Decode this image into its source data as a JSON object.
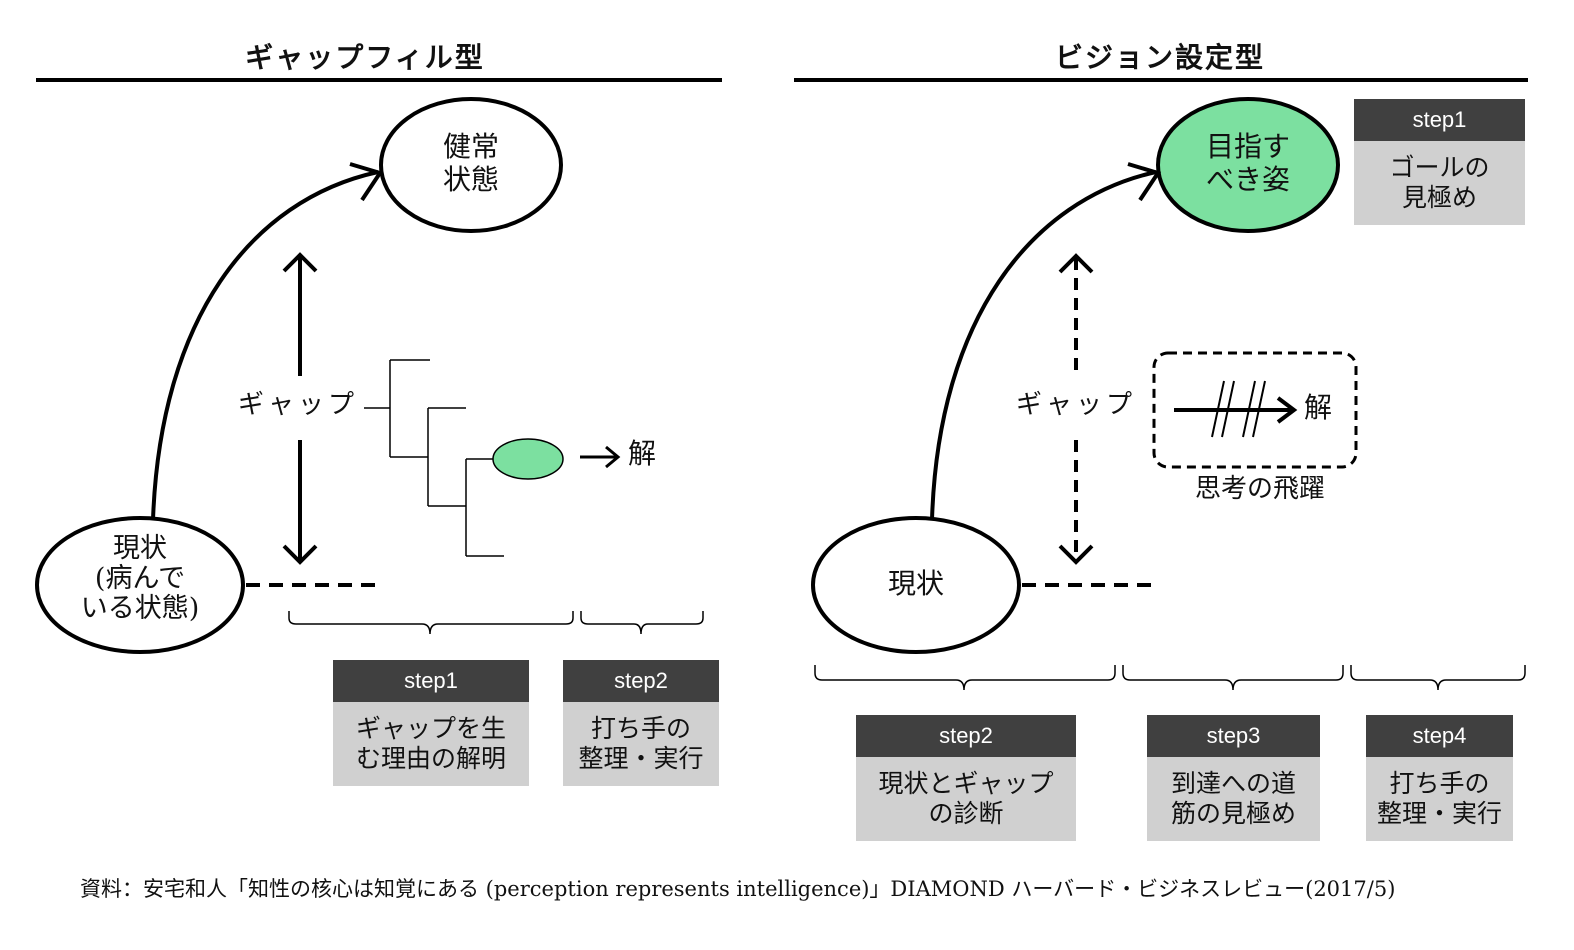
{
  "left_panel": {
    "title": "ギャップフィル型",
    "goal_label": "健常\n状態",
    "current_label": "現状\n(病んで\nいる状態)",
    "gap_label": "ギャップ",
    "solution_label": "解",
    "steps": [
      {
        "head": "step1",
        "body": "ギャップを生\nむ理由の解明"
      },
      {
        "head": "step2",
        "body": "打ち手の\n整理・実行"
      }
    ],
    "colors": {
      "highlight": "#7ce0a0"
    }
  },
  "right_panel": {
    "title": "ビジョン設定型",
    "goal_label": "目指す\nべき姿",
    "current_label": "現状",
    "gap_label": "ギャップ",
    "solution_label": "解",
    "leap_label": "思考の飛躍",
    "goal_step": {
      "head": "step1",
      "body": "ゴールの\n見極め"
    },
    "steps": [
      {
        "head": "step2",
        "body": "現状とギャップ\nの診断"
      },
      {
        "head": "step3",
        "body": "到達への道\n筋の見極め"
      },
      {
        "head": "step4",
        "body": "打ち手の\n整理・実行"
      }
    ],
    "colors": {
      "highlight": "#7ce0a0"
    }
  },
  "source": "資料：安宅和人「知性の核心は知覚にある (perception represents intelligence)」DIAMOND ハーバード・ビジネスレビュー(2017/5)"
}
